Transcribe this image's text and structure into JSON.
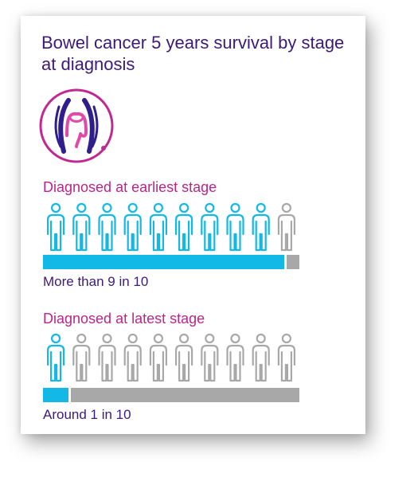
{
  "title": "Bowel cancer 5 years survival by stage at diagnosis",
  "icon": "bowel-icon",
  "colors": {
    "title": "#3d1a78",
    "label": "#b8268b",
    "survived": "#12b8e6",
    "not_survived": "#a8a8a8"
  },
  "sections": [
    {
      "label": "Diagnosed at earliest stage",
      "survived_out_of_10": 9,
      "total": 10,
      "bar_fraction": 0.94,
      "stat": "More than 9 in 10"
    },
    {
      "label": "Diagnosed at latest stage",
      "survived_out_of_10": 1,
      "total": 10,
      "bar_fraction": 0.1,
      "stat": "Around 1 in 10"
    }
  ]
}
